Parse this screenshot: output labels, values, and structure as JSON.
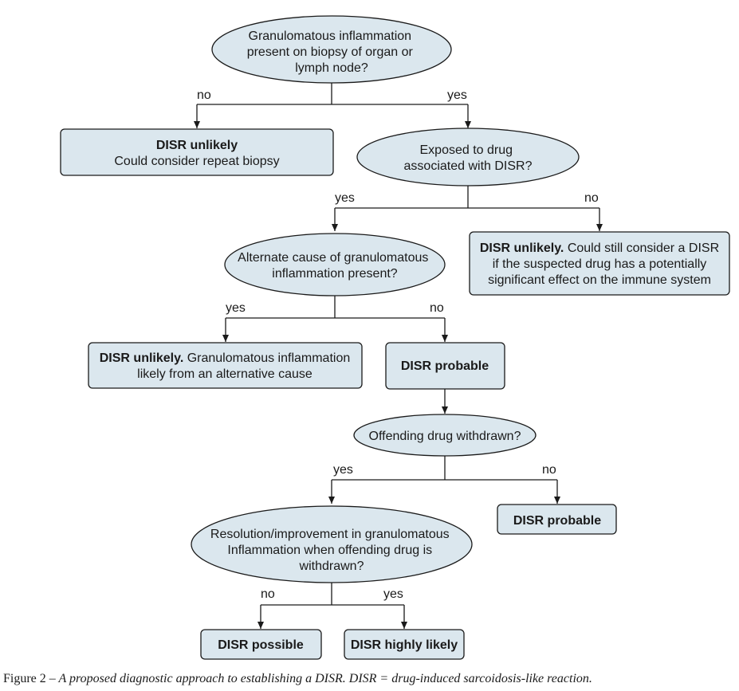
{
  "nodes": {
    "q_biopsy": {
      "lines": [
        "Granulomatous inflammation",
        "present on biopsy of organ or",
        "lymph node?"
      ]
    },
    "r_unlikely_biopsy": {
      "bold": "DISR unlikely",
      "lines": [
        "Could consider repeat biopsy"
      ]
    },
    "q_exposed": {
      "lines": [
        "Exposed to drug",
        "associated with DISR?"
      ]
    },
    "r_unlikely_immune": {
      "bold": "DISR unlikely.",
      "first": " Could still consider a DISR",
      "lines": [
        "if the suspected drug has a potentially",
        "significant effect on the immune system"
      ]
    },
    "q_alternate": {
      "lines": [
        "Alternate cause of granulomatous",
        "inflammation present?"
      ]
    },
    "r_unlikely_alt": {
      "bold": "DISR unlikely.",
      "first": " Granulomatous inflammation",
      "lines": [
        "likely from an alternative cause"
      ]
    },
    "r_probable_1": {
      "bold": "DISR probable"
    },
    "q_withdrawn": {
      "lines": [
        "Offending drug withdrawn?"
      ]
    },
    "r_probable_2": {
      "bold": "DISR probable"
    },
    "q_resolution": {
      "lines": [
        "Resolution/improvement in granulomatous",
        "Inflammation when offending drug is",
        "withdrawn?"
      ]
    },
    "r_possible": {
      "bold": "DISR possible"
    },
    "r_highly_likely": {
      "bold": "DISR highly likely"
    }
  },
  "edges": {
    "biopsy_no": "no",
    "biopsy_yes": "yes",
    "exposed_yes": "yes",
    "exposed_no": "no",
    "alternate_yes": "yes",
    "alternate_no": "no",
    "withdrawn_yes": "yes",
    "withdrawn_no": "no",
    "resolution_no": "no",
    "resolution_yes": "yes"
  },
  "caption": {
    "label": "Figure 2 –",
    "text": " A proposed diagnostic approach to establishing a DISR. DISR = drug-induced sarcoidosis-like reaction."
  }
}
